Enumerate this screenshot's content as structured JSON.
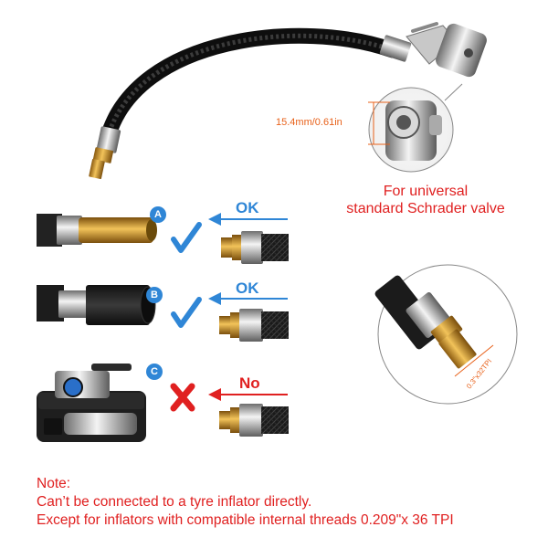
{
  "dimension": {
    "label": "15.4mm/0.61in"
  },
  "valve_caption": {
    "line1": "For universal",
    "line2": "standard Schrader valve"
  },
  "rows": [
    {
      "badge": "A",
      "status": "OK",
      "result": "check"
    },
    {
      "badge": "B",
      "status": "OK",
      "result": "check"
    },
    {
      "badge": "C",
      "status": "No",
      "result": "cross"
    }
  ],
  "thread": {
    "label": "0.3\"x32TPI"
  },
  "note": {
    "heading": "Note:",
    "line1": "Can’t be connected to a tyre inflator directly.",
    "line2": "Except for inflators with compatible internal threads 0.209\"x 36 TPI"
  },
  "colors": {
    "accent_blue": "#2f86d6",
    "warning_red": "#e02020",
    "dimension_orange": "#e8611a"
  }
}
